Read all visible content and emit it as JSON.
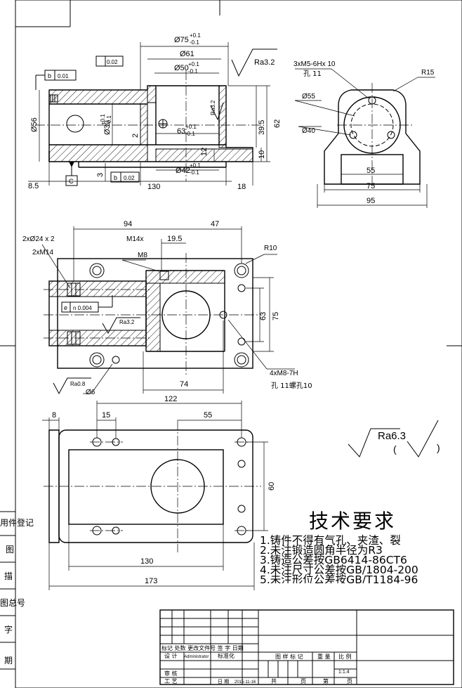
{
  "top_view": {
    "dims": {
      "d75": "Ø75",
      "d75_tol_up": "+0.1",
      "d75_tol_dn": "-0.1",
      "d61": "Ø61",
      "d50": "Ø50",
      "d50_tol_up": "+0.1",
      "d50_tol_dn": "-0.1",
      "d63": "63",
      "d63_tol_up": "+0.1",
      "d63_tol_dn": "-0.1",
      "d42": "Ø42",
      "d42_tol_up": "+0.1",
      "d42_tol_dn": "-0.1",
      "d30": "Ø30",
      "d30_tol_up": "+0.1",
      "d30_tol_dn": "-0.1",
      "d56": "Ø56",
      "h395": "39.5",
      "h62": "62",
      "h10": "10",
      "h12": "12",
      "h2": "2",
      "h3": "3",
      "w85": "8.5",
      "w130": "130",
      "w18": "18"
    },
    "ra32": "Ra3.2",
    "ra32_inner": "Ra3.2",
    "tol_flat": "0.02",
    "tol_b_ref": "b",
    "tol_b_val": "0.01",
    "datum_c": "C",
    "tol_b2_ref": "b",
    "tol_b2_val": "0.02"
  },
  "side_view": {
    "thread_note": "3xM5-6Hx 10",
    "hole_note": "孔 11",
    "r15": "R15",
    "d55_circ": "Ø55",
    "d40": "Ø40",
    "w55": "55",
    "w75": "75",
    "w95": "95"
  },
  "front_view": {
    "d94": "94",
    "d47": "47",
    "holes_note": "2xØ24 x 2",
    "thread_note": "2xM14",
    "m14x": "M14x",
    "m8": "M8",
    "d195": "19.5",
    "r10": "R10",
    "d63": "63",
    "d75": "75",
    "tol_e_ref": "e",
    "tol_e_val": "n 0.004",
    "ra32": "Ra3.2",
    "ra08": "Ra0.8",
    "d6": "Ø6",
    "d74": "74",
    "thread2_note": "4xM8-7H",
    "thread2_hole": "孔 11螺孔10"
  },
  "bottom_view": {
    "d8": "8",
    "d122": "122",
    "d15": "15",
    "d55": "55",
    "d60": "60",
    "d130": "130",
    "d173": "173"
  },
  "surface": {
    "ra": "Ra6.3",
    "paren_open": "(",
    "paren_close": ")"
  },
  "notes": {
    "title": "技术要求",
    "items": [
      "1.铸件不得有气孔、夹渣、裂",
      "2.未注锻造圆角半径为R3",
      "3.铸造公差按GB6414-86CT6",
      "4.未注尺寸公差按GB/1804-200",
      "5.未注形位公差按GB/T1184-96"
    ]
  },
  "side_labels": [
    "用件登记",
    "图",
    "描",
    "图总号",
    "字",
    "期"
  ],
  "title_block": {
    "row_header": "标记 处数  更改文件号 签 字  日期",
    "design": "设 计",
    "designer": "Administrator",
    "standard": "标准化",
    "marks": "图 样 标 记",
    "weight": "重 量",
    "scale_label": "比 例",
    "scale": "1:1.4",
    "review": "审 核",
    "process": "工 艺",
    "date_label": "日 期",
    "date": "2015-11-16",
    "total": "共",
    "page1": "页",
    "sheet_no": "第",
    "page2": "页"
  }
}
